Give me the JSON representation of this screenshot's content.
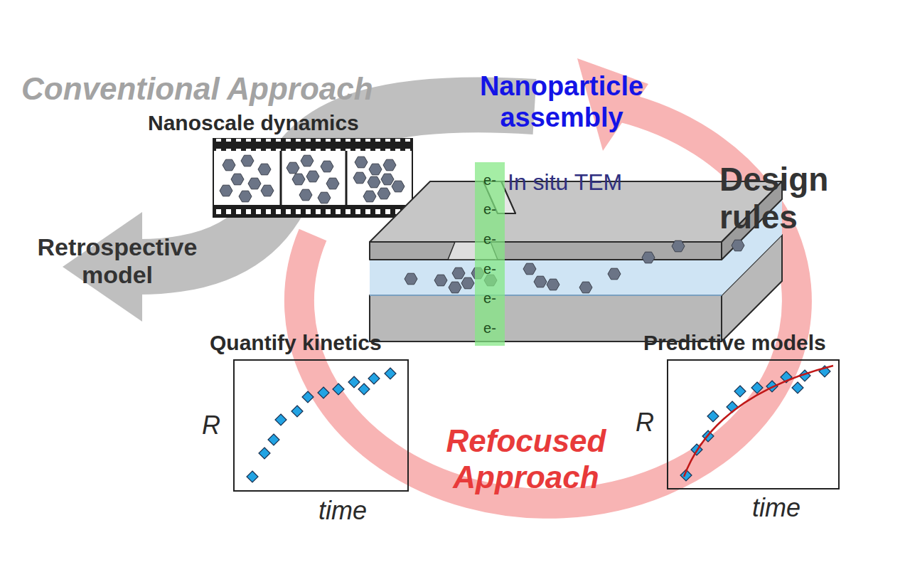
{
  "diagram": {
    "nodes": [
      {
        "text": [
          "Nanoscale dynamics"
        ]
      },
      {
        "text": [
          "e-",
          "e-",
          "e-",
          "e-",
          "e-",
          "e-"
        ]
      },
      {
        "text": [
          "Quantify kinetics",
          "R",
          "time"
        ]
      },
      {
        "text": [
          "Predictive models",
          "R",
          "time"
        ]
      }
    ],
    "labels": [
      "Conventional Approach",
      "Nanoparticle assembly",
      "In situ TEM",
      "Design rules",
      "Retrospective model",
      "Refocused Approach"
    ]
  }
}
